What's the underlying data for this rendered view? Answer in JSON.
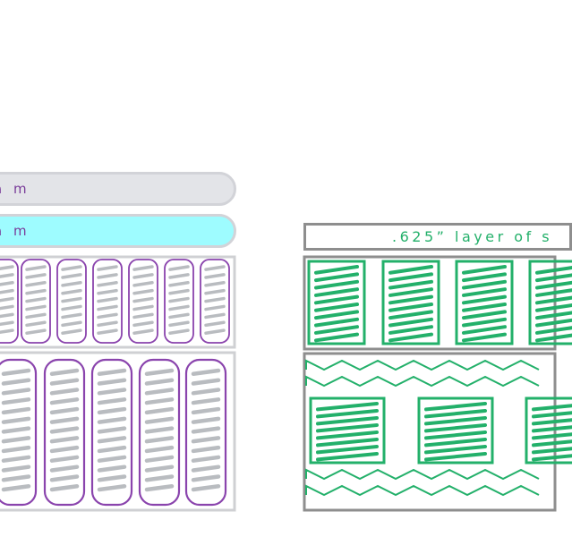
{
  "left_stack": {
    "layers": [
      {
        "label": "a m"
      },
      {
        "label": "a m"
      }
    ]
  },
  "right_stack": {
    "top_label": ".625” layer of s"
  },
  "colors": {
    "coil_outline": "#8a44ad",
    "spring": "#b9bcc0",
    "frame": "#cfd0d3",
    "gray_frame": "#8e8e8e",
    "green": "#23b06a",
    "cyan_layer": "#9efcff",
    "gray_layer": "#e3e4e8"
  }
}
